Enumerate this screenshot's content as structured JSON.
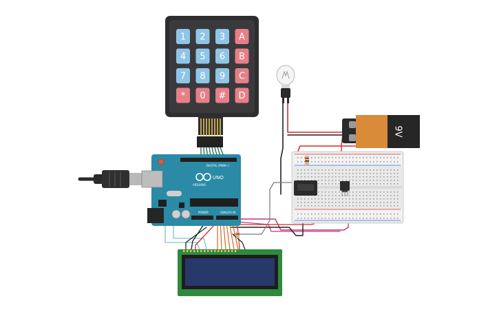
{
  "keypad": {
    "keys": [
      "1",
      "2",
      "3",
      "A",
      "4",
      "5",
      "6",
      "B",
      "7",
      "8",
      "9",
      "C",
      "*",
      "0",
      "#",
      "D"
    ],
    "digit_color": "#8fc6e8",
    "letter_color": "#e67f88"
  },
  "arduino": {
    "board_label": "UNO",
    "brand_label": "ARDUINO",
    "digital_label": "DIGITAL (PWM~)",
    "power_label": "POWER",
    "analog_label": "ANALOG IN",
    "color": "#2b8aa6"
  },
  "battery": {
    "label": "9V"
  },
  "lcd": {
    "display_color": "#27386a"
  }
}
